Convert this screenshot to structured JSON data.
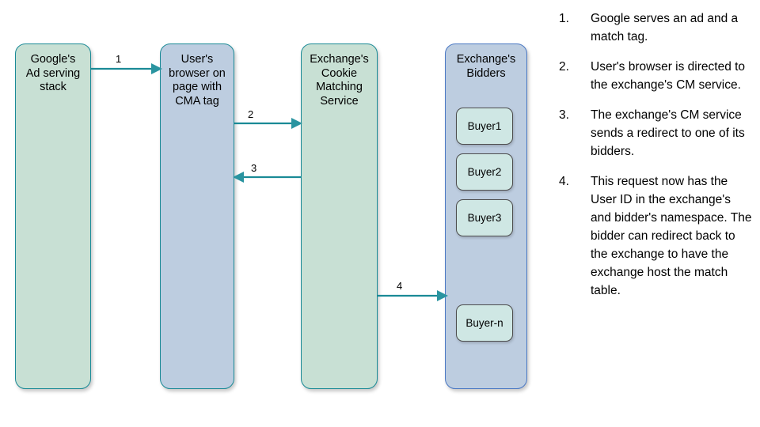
{
  "diagram": {
    "lanes": [
      {
        "id": "google",
        "label": "Google's\nAd serving\nstack"
      },
      {
        "id": "browser",
        "label": "User's\nbrowser on\npage with\nCMA tag"
      },
      {
        "id": "cms",
        "label": "Exchange's\nCookie\nMatching\nService"
      },
      {
        "id": "bidders",
        "label": "Exchange's\nBidders"
      }
    ],
    "buyers": [
      {
        "id": "buyer-1",
        "label": "Buyer1"
      },
      {
        "id": "buyer-2",
        "label": "Buyer2"
      },
      {
        "id": "buyer-3",
        "label": "Buyer3"
      },
      {
        "id": "buyer-n",
        "label": "Buyer-n"
      }
    ],
    "arrows": [
      {
        "id": "arrow-1",
        "number": "1",
        "from": "google",
        "to": "browser",
        "direction": "right"
      },
      {
        "id": "arrow-2",
        "number": "2",
        "from": "browser",
        "to": "cms",
        "direction": "right"
      },
      {
        "id": "arrow-3",
        "number": "3",
        "from": "cms",
        "to": "browser",
        "direction": "left"
      },
      {
        "id": "arrow-4",
        "number": "4",
        "from": "cms",
        "to": "bidders",
        "direction": "right"
      }
    ],
    "colors": {
      "teal_fill": "#c8e0d4",
      "blue_fill": "#bdcde0",
      "buyer_fill": "#cfe7e4",
      "teal_border": "#1a8a96",
      "blue_border": "#4a78c4",
      "arrow": "#1a8a96",
      "text": "#000000",
      "background": "#ffffff"
    }
  },
  "steps": [
    {
      "number": "1.",
      "text": "Google serves an ad and a match tag."
    },
    {
      "number": "2.",
      "text": "User's browser is directed to the exchange's CM service."
    },
    {
      "number": "3.",
      "text": "The exchange's CM service sends a redirect to one of its bidders."
    },
    {
      "number": "4.",
      "text": "This request now has the User ID in the exchange's and bidder's namespace. The bidder can redirect back to the exchange to have the exchange host the match table."
    }
  ]
}
